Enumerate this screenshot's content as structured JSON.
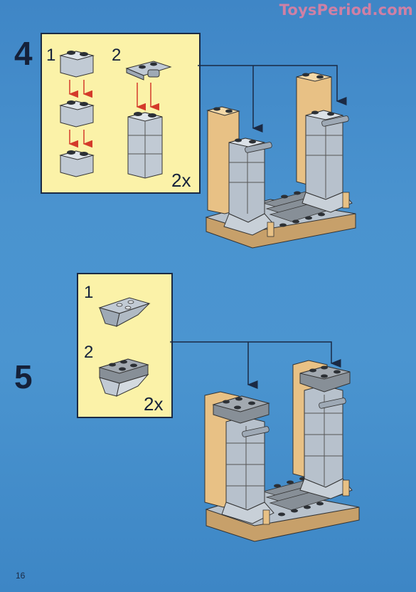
{
  "watermark": "ToysPeriod.com",
  "steps": [
    {
      "number": "4",
      "substeps": [
        "1",
        "2"
      ],
      "multiplier": "2x"
    },
    {
      "number": "5",
      "substeps": [
        "1",
        "2"
      ],
      "multiplier": "2x"
    }
  ],
  "page_number": "16",
  "colors": {
    "background": "#4a93cf",
    "callout_bg": "#fbf2a8",
    "brick_grey": "#b7c1cc",
    "brick_tan": "#e8c185",
    "brick_dark": "#3a3f45",
    "arrow_red": "#d43a2a",
    "arrow_blue": "#1b2a44"
  }
}
